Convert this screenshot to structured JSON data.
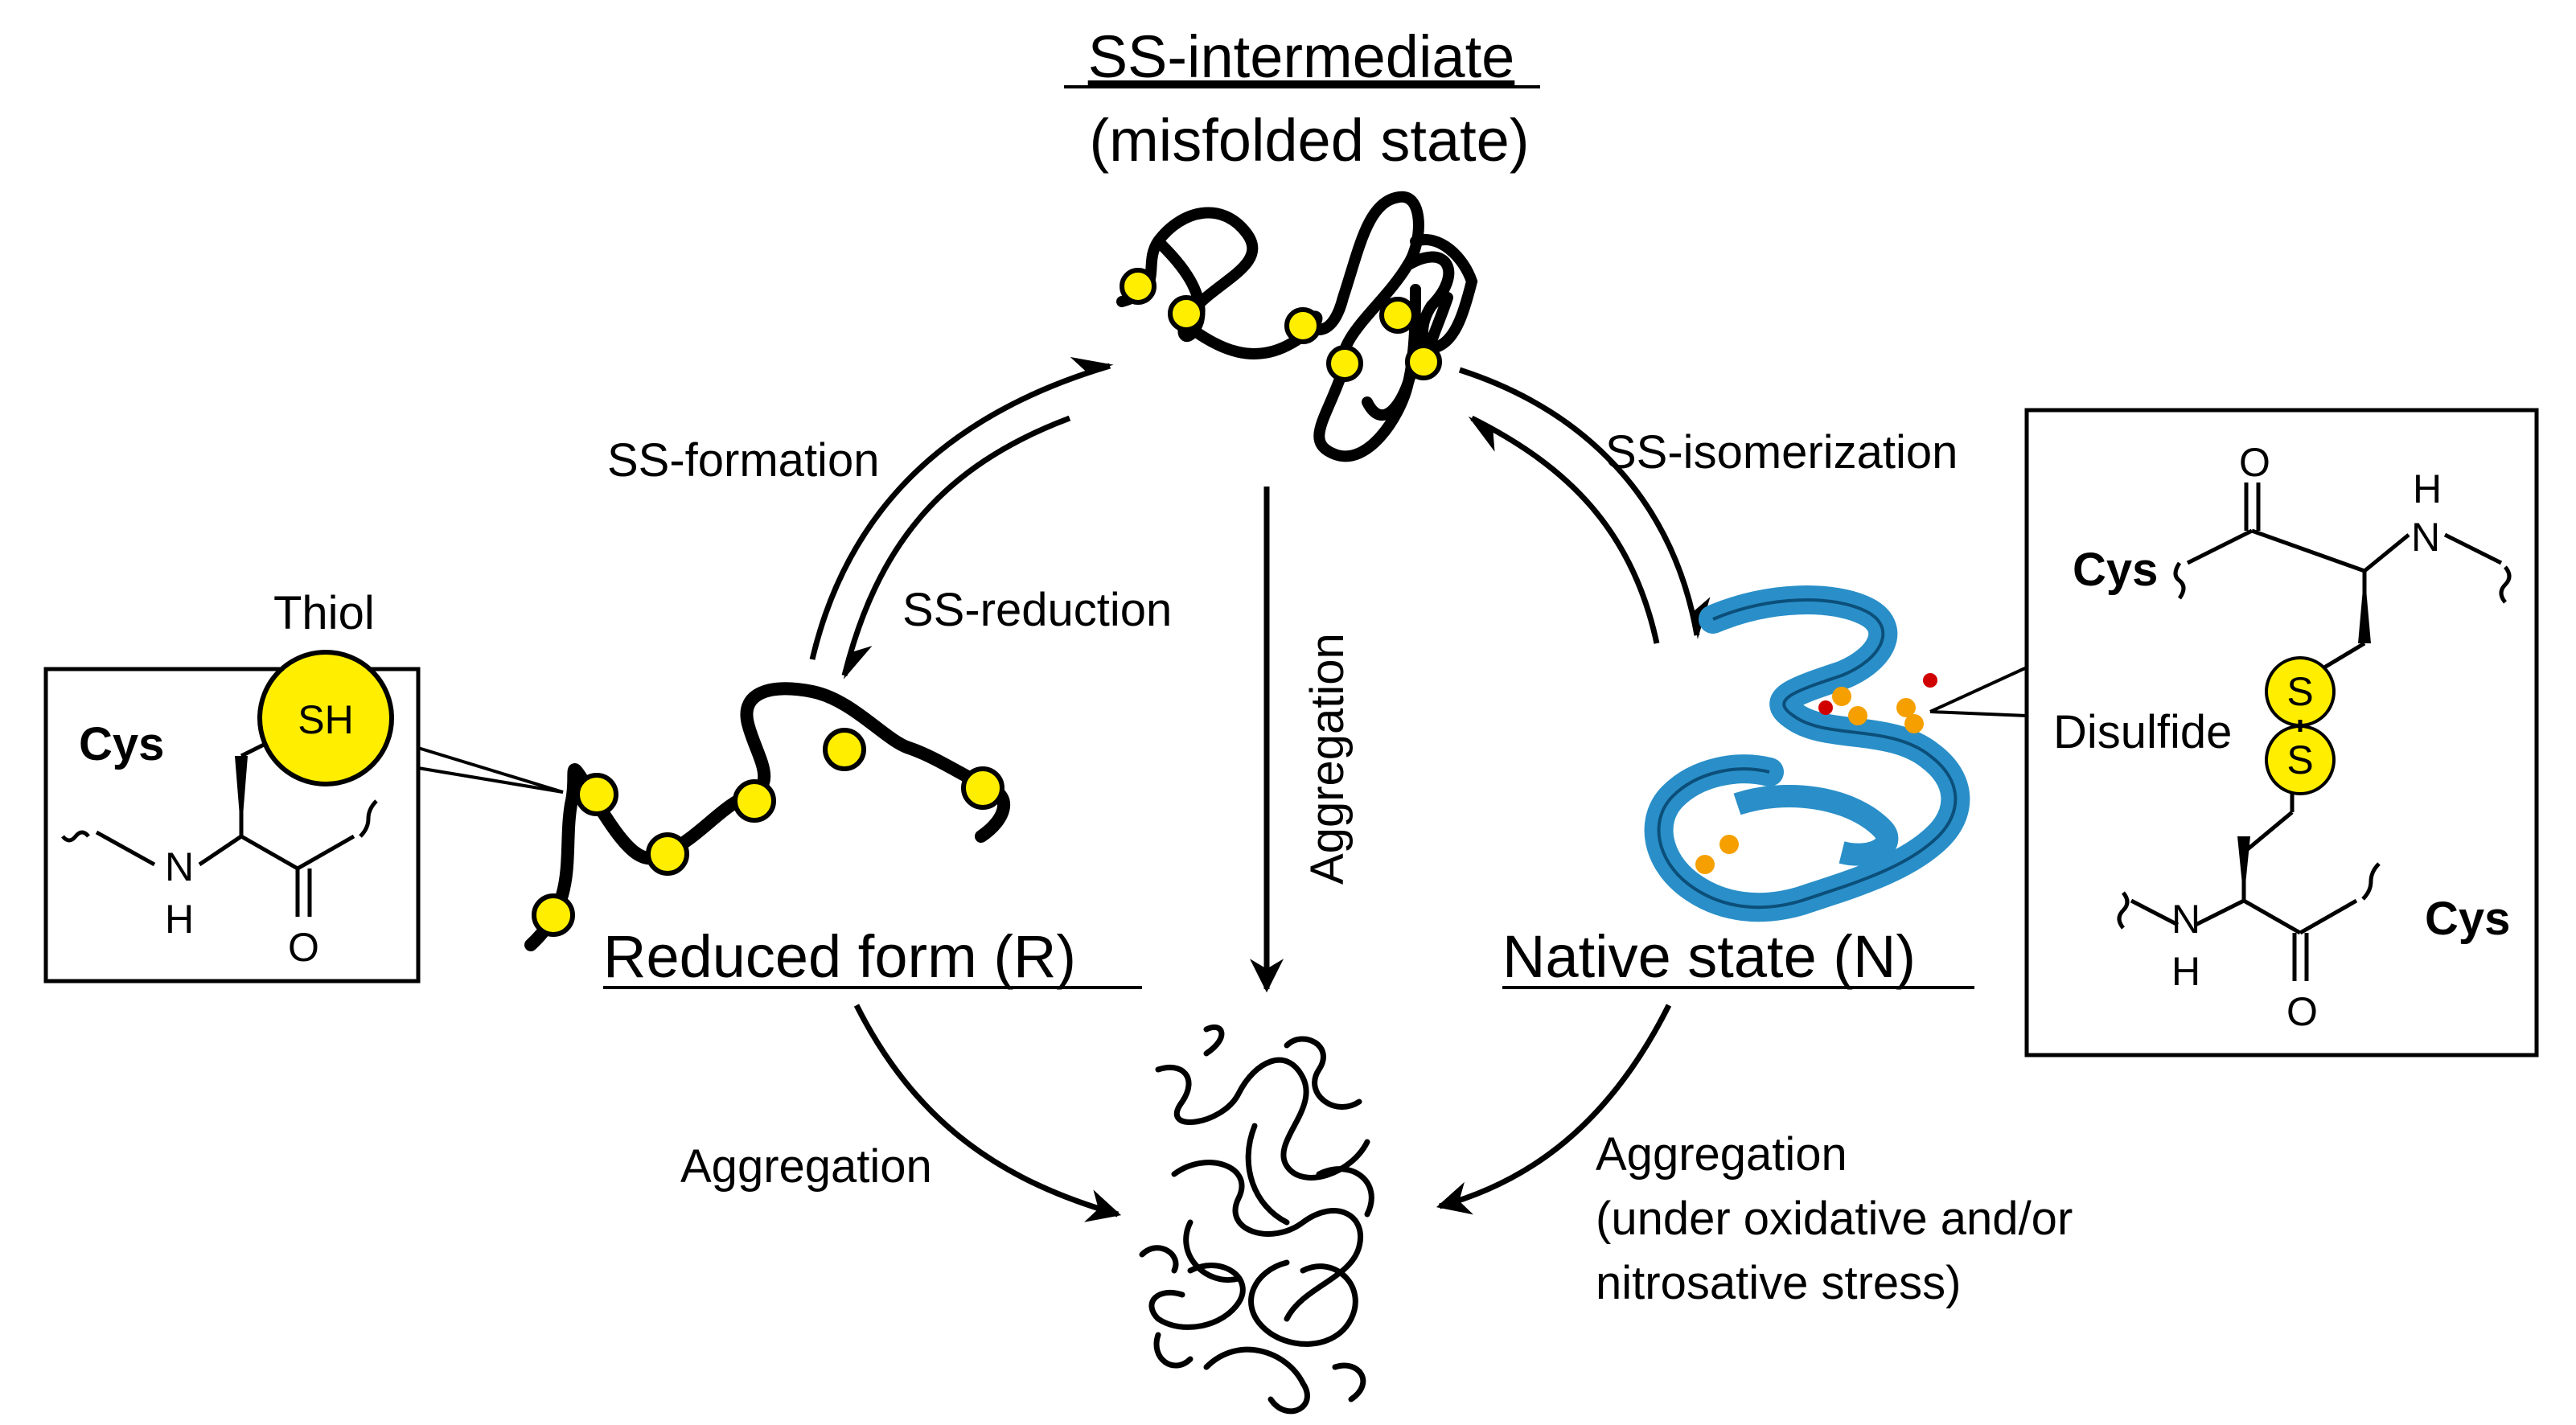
{
  "states": {
    "intermediate_title": "SS-intermediate",
    "intermediate_subtitle": "(misfolded state)",
    "reduced": "Reduced form (R)",
    "native": "Native state (N)"
  },
  "arrows": {
    "ss_formation": "SS-formation",
    "ss_reduction": "SS-reduction",
    "ss_isomerization": "SS-isomerization",
    "aggregation_center": "Aggregation",
    "aggregation_left": "Aggregation",
    "aggregation_right": "Aggregation",
    "aggregation_right_note_1": "(under oxidative and/or",
    "aggregation_right_note_2": "nitrosative stress)"
  },
  "thiol_box": {
    "label": "Thiol",
    "residue": "Cys",
    "sh": "SH",
    "n": "N",
    "h": "H",
    "o": "O"
  },
  "disulfide_box": {
    "label": "Disulfide",
    "residue_top": "Cys",
    "residue_bottom": "Cys",
    "s1": "S",
    "s2": "S",
    "o_top": "O",
    "n_top": "N",
    "h_top": "H",
    "o_bottom": "O",
    "n_bottom": "N",
    "h_bottom": "H"
  },
  "colors": {
    "cysteine": "#ffee00",
    "protein_ribbon": "#2a8fc8",
    "line": "#000000"
  }
}
